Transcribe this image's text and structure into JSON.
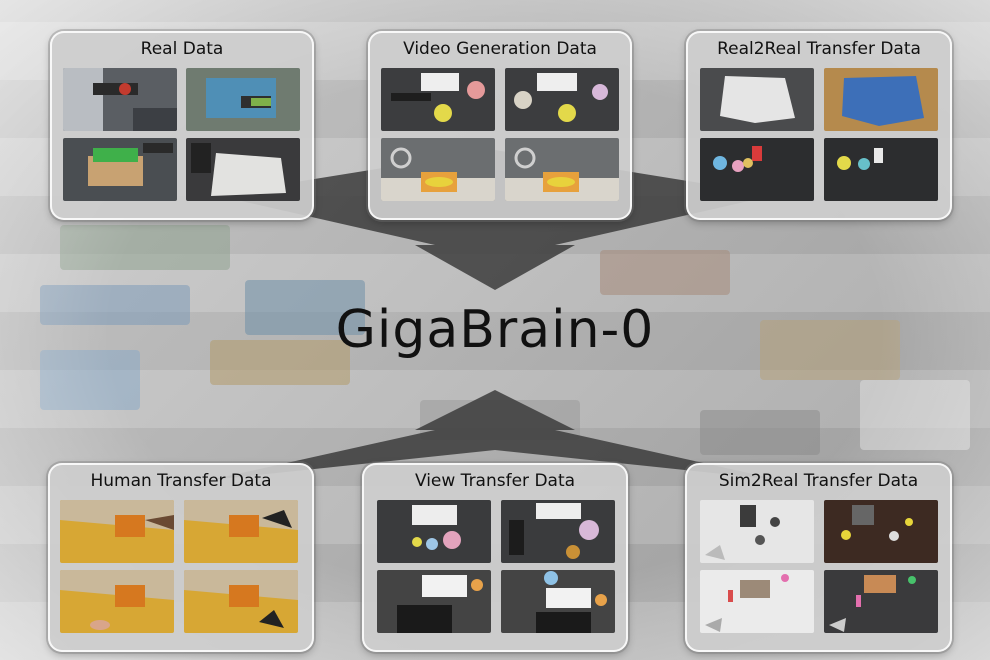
{
  "title": "GigaBrain-0",
  "panels": {
    "real_data": {
      "title": "Real Data"
    },
    "video_generation": {
      "title": "Video Generation Data"
    },
    "real2real": {
      "title": "Real2Real Transfer Data"
    },
    "human_transfer": {
      "title": "Human Transfer Data"
    },
    "view_transfer": {
      "title": "View Transfer Data"
    },
    "sim2real": {
      "title": "Sim2Real Transfer Data"
    }
  },
  "colors": {
    "panel_bg": "#cdcdcd",
    "arrow": "#3c3c3c",
    "text": "#111111"
  }
}
